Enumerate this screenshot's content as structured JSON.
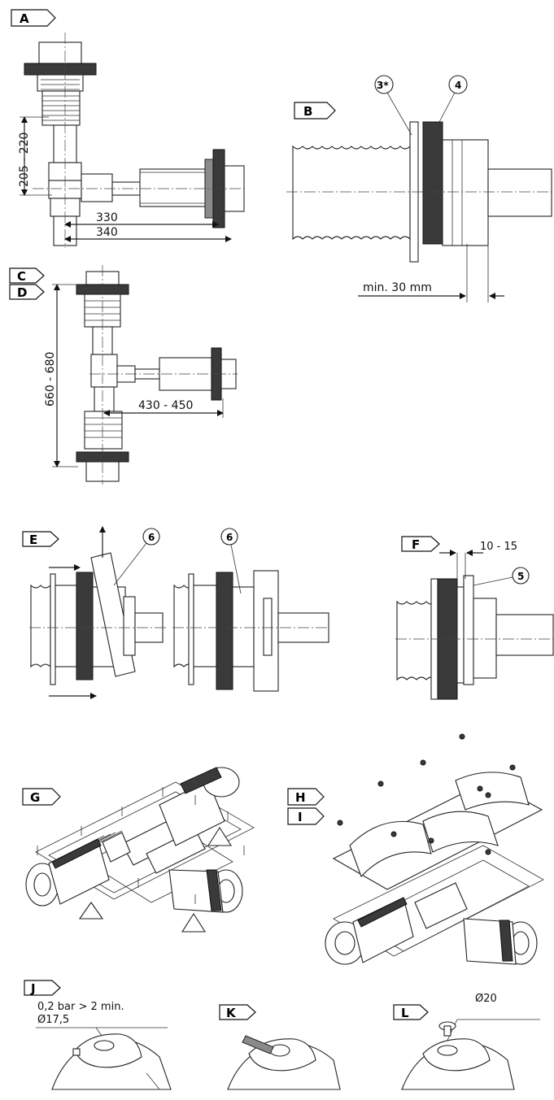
{
  "panels": {
    "A": {
      "tag": "A",
      "dim_vertical": "205 - 220",
      "dim_h1": "330",
      "dim_h2": "340"
    },
    "B": {
      "tag": "B",
      "callout_3": "3*",
      "callout_4": "4",
      "dim_min": "min. 30 mm"
    },
    "C": {
      "tag": "C"
    },
    "D": {
      "tag": "D",
      "dim_vertical": "660 - 680",
      "dim_horizontal": "430 - 450"
    },
    "E": {
      "tag": "E",
      "callout_6a": "6",
      "callout_6b": "6"
    },
    "F": {
      "tag": "F",
      "dim_gap": "10 - 15",
      "callout_5": "5"
    },
    "G": {
      "tag": "G"
    },
    "H": {
      "tag": "H"
    },
    "I": {
      "tag": "I"
    },
    "J": {
      "tag": "J",
      "pressure_note": "0,2 bar > 2 min.",
      "diameter": "Ø17,5"
    },
    "K": {
      "tag": "K"
    },
    "L": {
      "tag": "L",
      "diameter": "Ø20"
    }
  },
  "colors": {
    "line": "#222222",
    "dark_part": "#3a3a3a",
    "grey_part": "#8a8a8a"
  }
}
